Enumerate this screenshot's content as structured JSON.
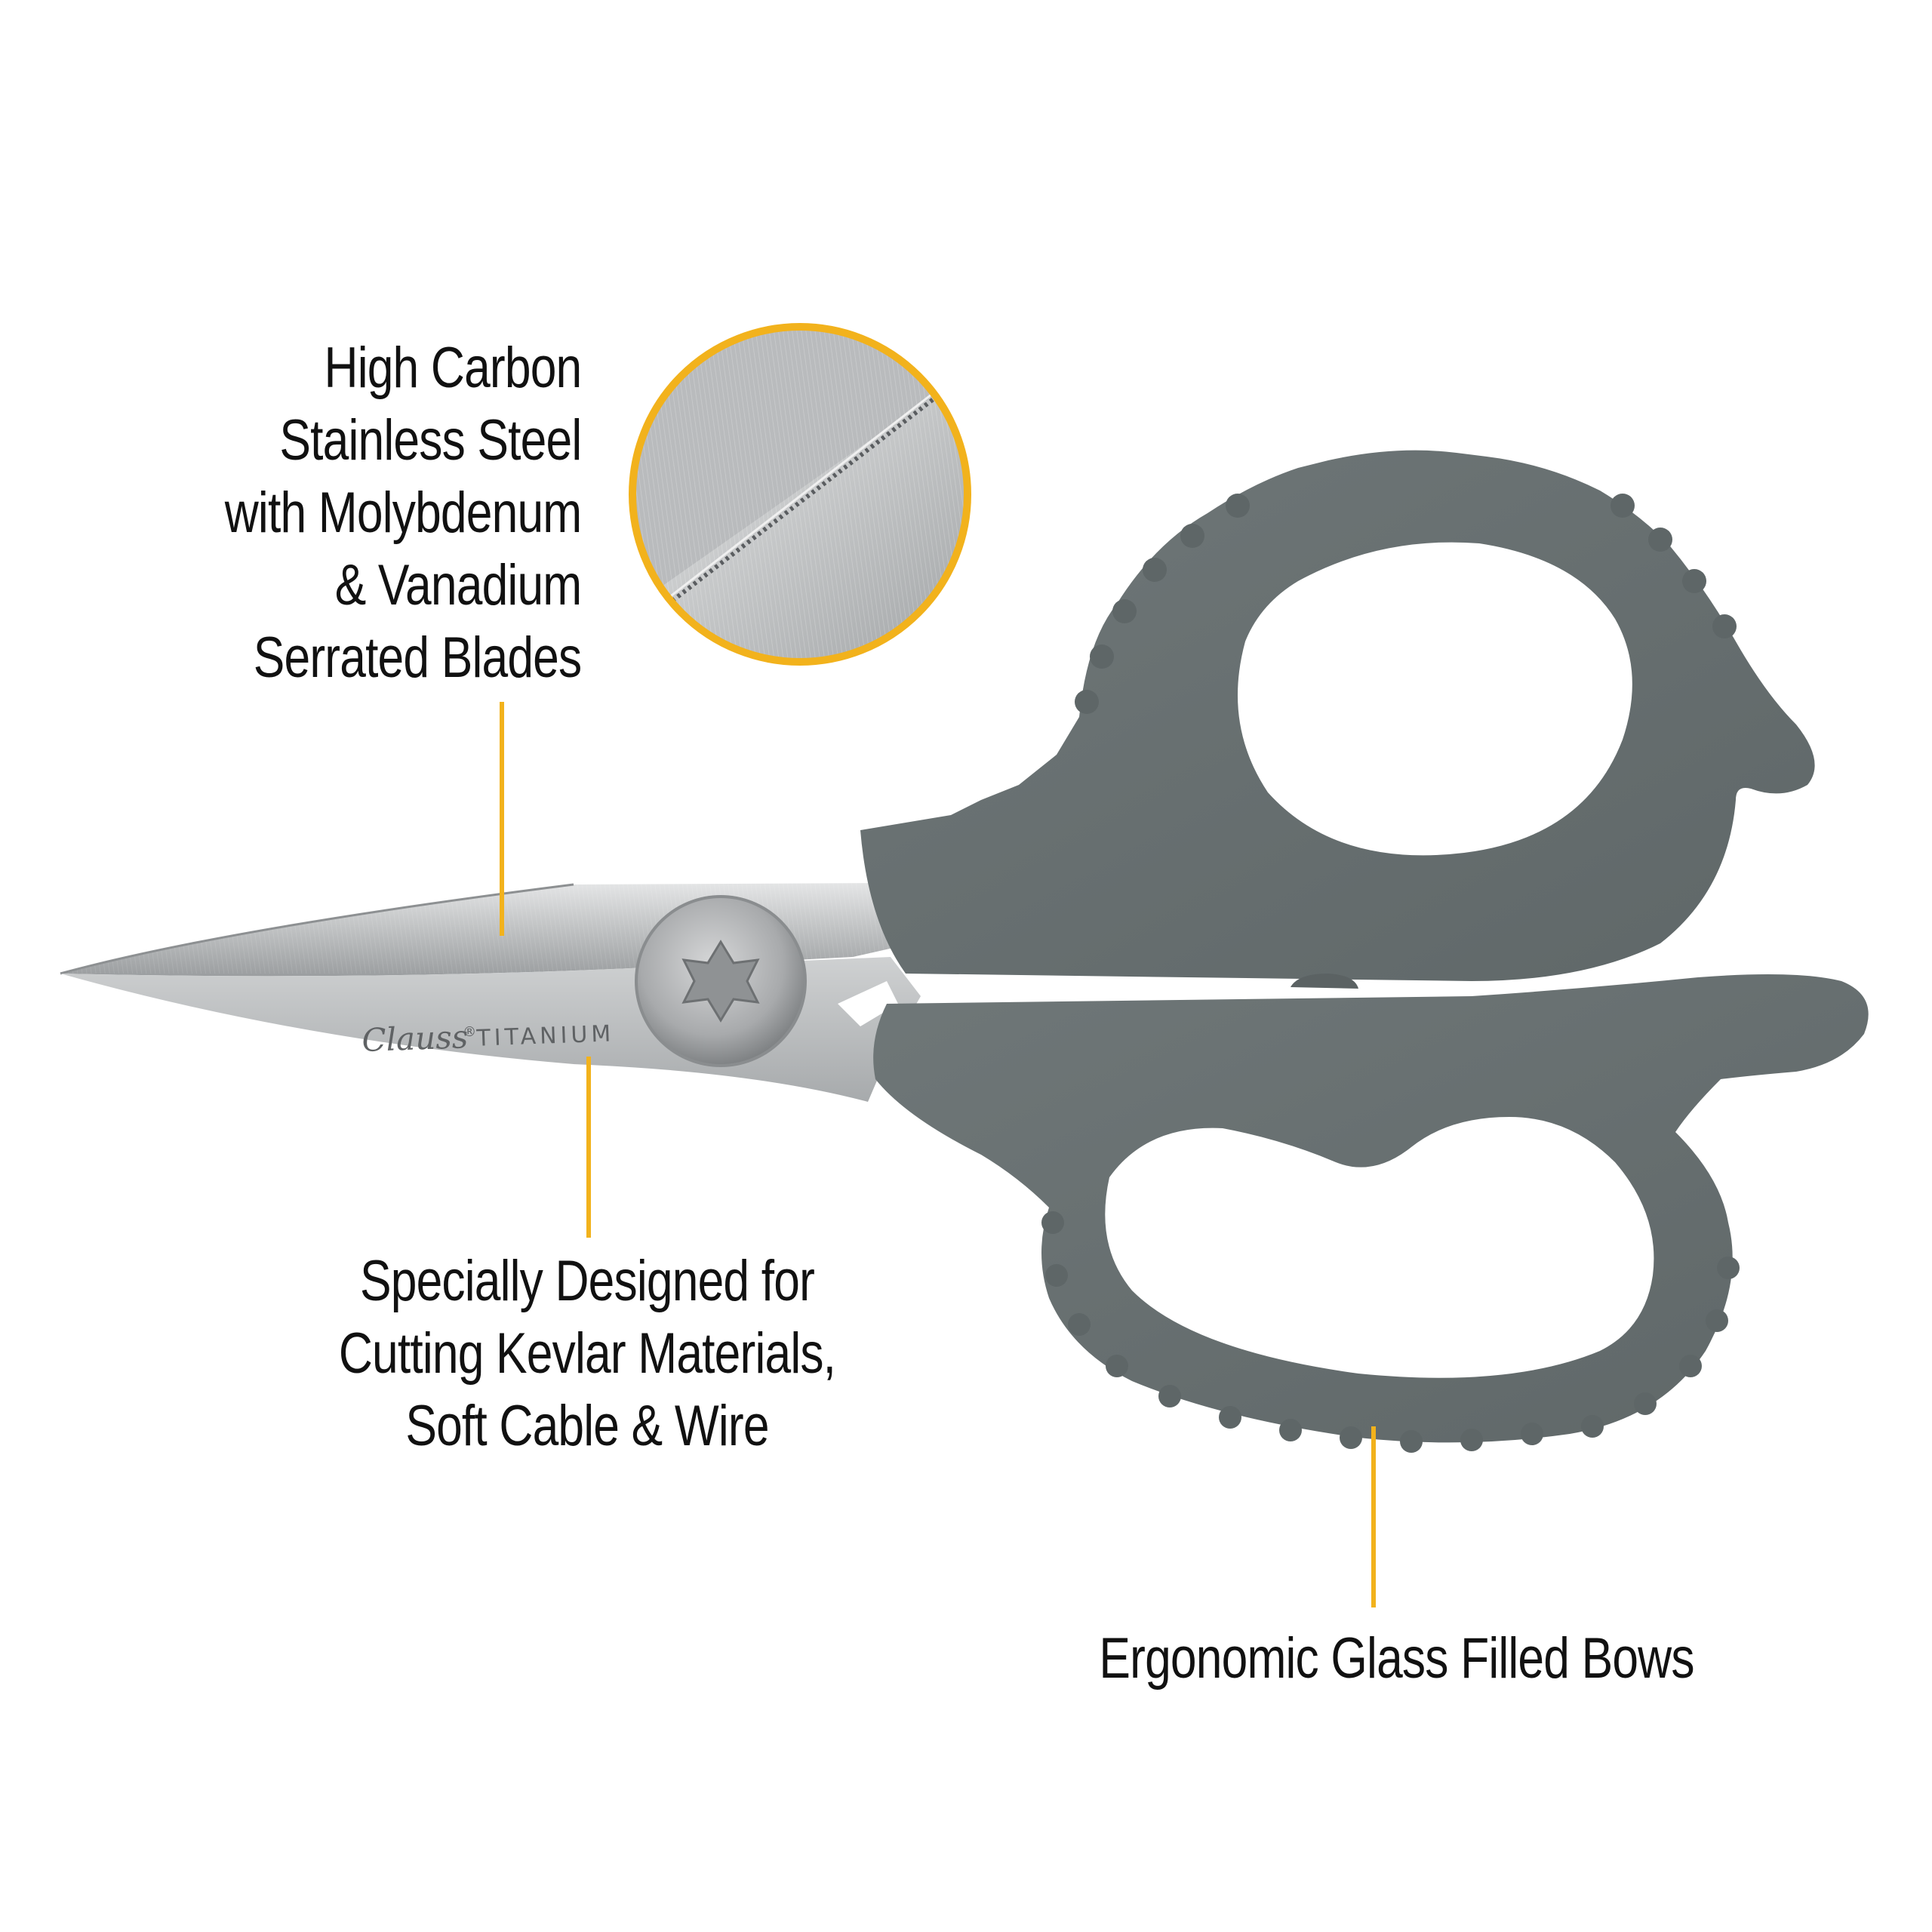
{
  "callouts": {
    "steel": {
      "lines": [
        "High Carbon",
        "Stainless Steel",
        "with Molybdenum",
        "& Vanadium",
        "Serrated Blades"
      ]
    },
    "kevlar": {
      "lines": [
        "Specially Designed for",
        "Cutting Kevlar Materials,",
        "Soft Cable & Wire"
      ]
    },
    "bows": {
      "lines": [
        "Ergonomic Glass Filled Bows"
      ]
    }
  },
  "blade_engraving": {
    "brand": "Clauss",
    "mark": "®",
    "model": "TITANIUM"
  },
  "colors": {
    "accent": "#F2B21C",
    "handle": "#6E7677",
    "handle_dark": "#5C6465",
    "blade": "#C8C9CA",
    "text": "#111111"
  }
}
